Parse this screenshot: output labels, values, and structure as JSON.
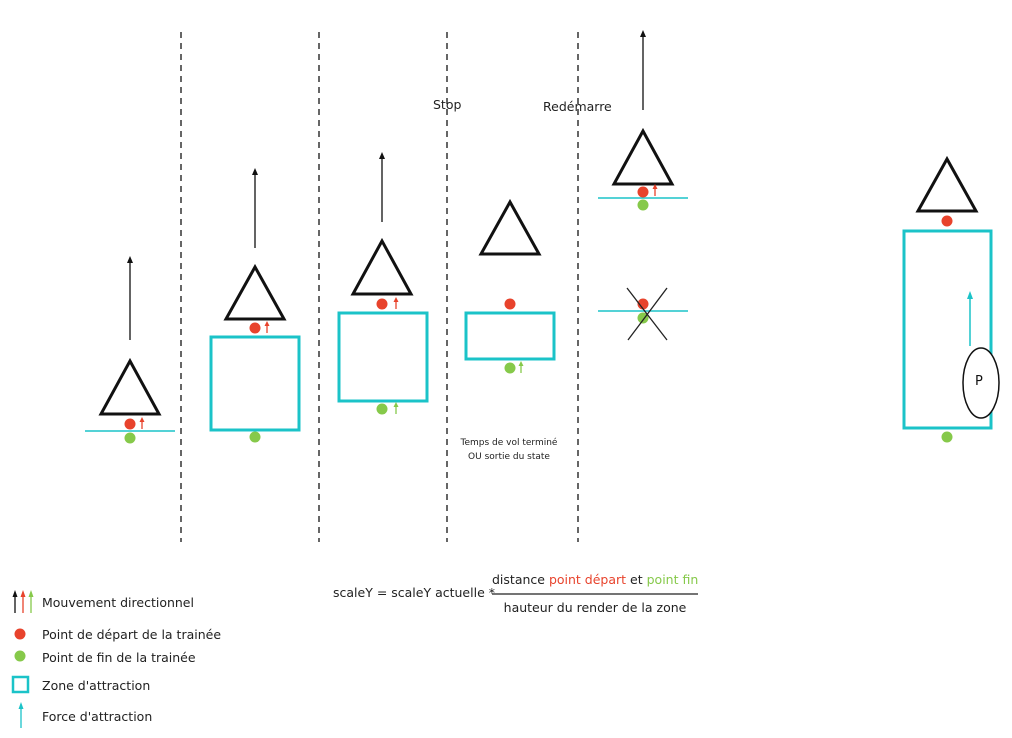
{
  "labels": {
    "stop": "Stop",
    "restart": "Redémarre",
    "end_condition_line1": "Temps de vol terminé",
    "end_condition_line2": "OU sortie du state",
    "p_marker": "P"
  },
  "formula": {
    "lhs": "scaleY = scaleY actuelle *",
    "numerator_prefix": "distance ",
    "numerator_start": "point départ",
    "numerator_middle": " et ",
    "numerator_end": "point fin",
    "denominator": "hauteur du render de la zone"
  },
  "legend": {
    "movement": "Mouvement directionnel",
    "start_point": "Point de départ de la trainée",
    "end_point": "Point de fin de la trainée",
    "zone": "Zone d'attraction",
    "force": "Force d'attraction"
  },
  "colors": {
    "start_point": "#e8432c",
    "end_point": "#86c94a",
    "zone": "#1bc3c8",
    "movement": "#111111"
  }
}
